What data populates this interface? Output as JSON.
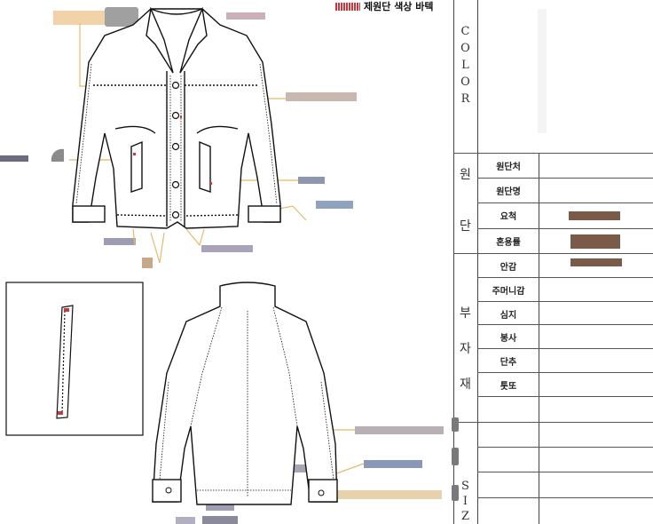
{
  "header_note": "제원단 색상 바텍",
  "table": {
    "color_section": [
      "C",
      "O",
      "L",
      "O",
      "R"
    ],
    "fabric_section": [
      "원",
      "단"
    ],
    "fabric_rows": [
      "원단처",
      "원단명",
      "요척",
      "혼용률"
    ],
    "submaterial_section": [
      "부",
      "자",
      "재"
    ],
    "submaterial_rows": [
      "안감",
      "주머니감",
      "심지",
      "봉사",
      "단추",
      "톳또"
    ],
    "size_section": [
      "S",
      "I",
      "Z"
    ]
  },
  "colors": {
    "swatch": "#7a5a48",
    "red_stitch": "#d0363d",
    "callout_line": "#e8b86a"
  }
}
